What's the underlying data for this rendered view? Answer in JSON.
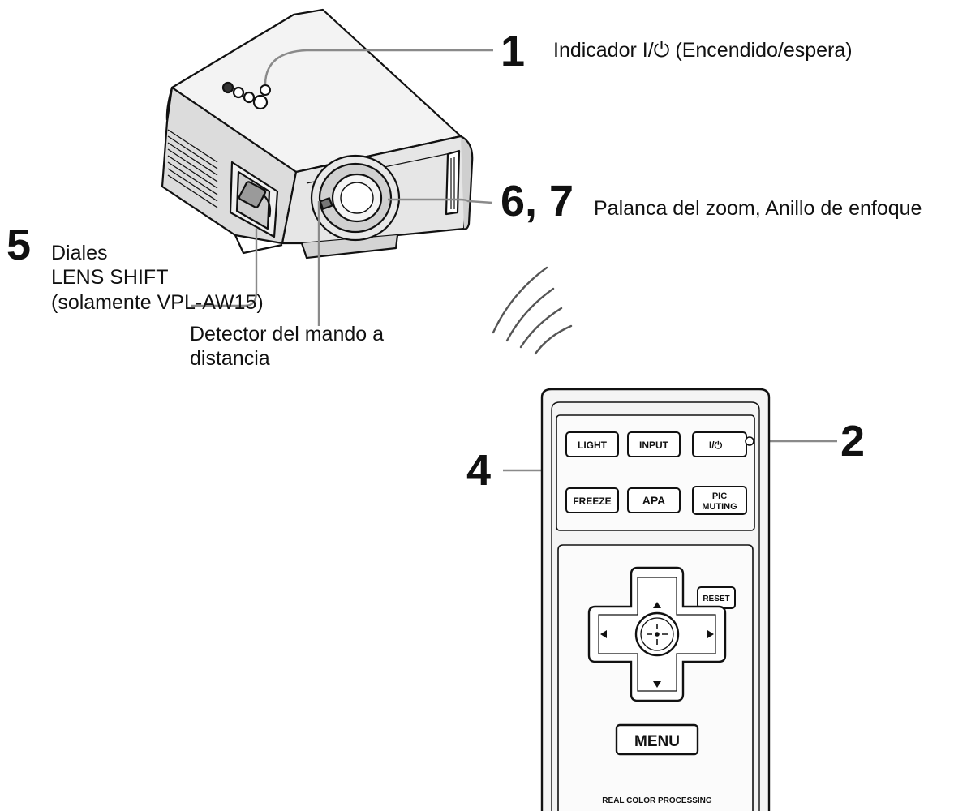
{
  "colors": {
    "ink": "#111111",
    "leader": "#8a8a8a",
    "body_light": "#f2f2f2",
    "body_mid": "#d9d9d9",
    "body_dark": "#bdbdbd",
    "remote_body": "#f4f4f4"
  },
  "callouts": [
    {
      "number": "1",
      "label": "Indicador I/⏻ (Encendido/espera)"
    },
    {
      "number": "2",
      "label": ""
    },
    {
      "number": "4",
      "label": ""
    },
    {
      "number": "5",
      "label": [
        "Diales",
        "LENS SHIFT",
        "(solamente VPL-AW15)"
      ]
    },
    {
      "number": "6, 7",
      "label": "Palanca del zoom, Anillo de enfoque"
    }
  ],
  "unnumbered_labels": {
    "remote_detector": [
      "Detector del mando a",
      "distancia"
    ]
  },
  "remote": {
    "row1": [
      "LIGHT",
      "INPUT",
      "I/⏻"
    ],
    "row2": [
      "FREEZE",
      "APA",
      [
        "PIC",
        "MUTING"
      ]
    ],
    "reset": "RESET",
    "menu": "MENU",
    "brand": "REAL COLOR PROCESSING"
  },
  "icons": [
    "power-icon",
    "ir-signal-icon",
    "enter-icon",
    "arrow-up-icon",
    "arrow-down-icon",
    "arrow-left-icon",
    "arrow-right-icon"
  ]
}
